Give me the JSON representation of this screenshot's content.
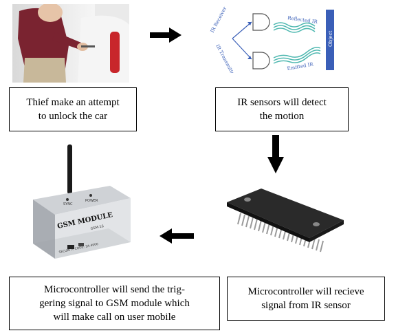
{
  "steps": {
    "step1": "Thief make an attempt\nto unlock the car",
    "step2": "IR sensors will detect\nthe motion",
    "step3": "Microcontroller will recieve\nsignal from IR sensor",
    "step4": "Microcontroller will send the trig-\ngering signal to GSM module which\nwill make call on user mobile"
  },
  "ir_diagram": {
    "receiver": "IR Receiver",
    "transmitter": "IR Transmitter",
    "reflected": "Reflected IR",
    "emitted": "Emitted IR",
    "object": "Object"
  },
  "gsm_module": {
    "title": "GSM MODULE",
    "model": "GSM-16",
    "sync": "SYNC",
    "power": "POWER",
    "footer": "SECURITY CODE: 2A-4000"
  },
  "colors": {
    "object_bar": "#3a5fb8",
    "wave": "#4fb8b0",
    "ir_text": "#3a5fb8"
  }
}
